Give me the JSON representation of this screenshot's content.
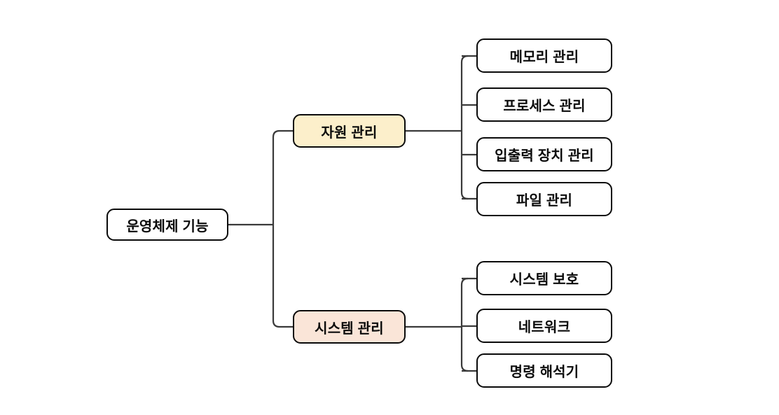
{
  "diagram": {
    "type": "tree-diagram",
    "orientation": "left-to-right",
    "background_color": "#ffffff",
    "line_color": "#3a3a3a",
    "border_color": "#0a0a0a",
    "root": {
      "label": "운영체제 기능",
      "fill": "#ffffff"
    },
    "branches": [
      {
        "label": "자원 관리",
        "fill": "#fcefcb",
        "children": [
          {
            "label": "메모리 관리",
            "fill": "#ffffff"
          },
          {
            "label": "프로세스 관리",
            "fill": "#ffffff"
          },
          {
            "label": "입출력 장치 관리",
            "fill": "#ffffff"
          },
          {
            "label": "파일 관리",
            "fill": "#ffffff"
          }
        ]
      },
      {
        "label": "시스템 관리",
        "fill": "#fae5d8",
        "children": [
          {
            "label": "시스템 보호",
            "fill": "#ffffff"
          },
          {
            "label": "네트워크",
            "fill": "#ffffff"
          },
          {
            "label": "명령 해석기",
            "fill": "#ffffff"
          }
        ]
      }
    ]
  }
}
